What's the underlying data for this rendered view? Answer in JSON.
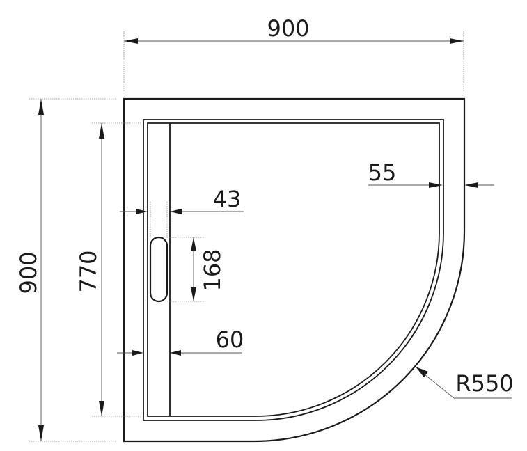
{
  "diagram": {
    "type": "technical-drawing",
    "subject": "quarter-circle shower tray (plan view)",
    "dimensions": {
      "overall_width": "900",
      "overall_depth": "900",
      "inner_length": "770",
      "drain_channel_width": "43",
      "drain_slot_length": "168",
      "left_rim_width": "60",
      "right_rim_width": "55",
      "radius": "R550"
    },
    "colors": {
      "line": "#1a1a1a",
      "dimension_line": "#555555",
      "background": "#ffffff"
    }
  }
}
